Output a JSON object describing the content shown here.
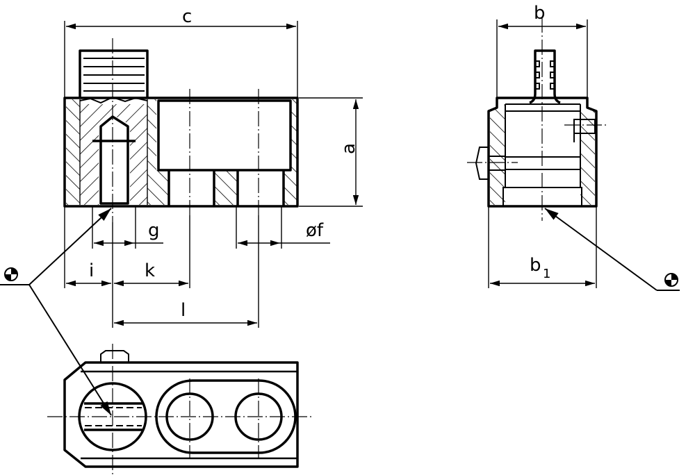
{
  "drawing": {
    "labels": {
      "c": "c",
      "a": "a",
      "b": "b",
      "b1_main": "b",
      "b1_sub": "1",
      "g": "g",
      "f": "øf",
      "i": "i",
      "k": "k",
      "l": "l"
    },
    "icons": [
      "datum-symbol-left",
      "datum-symbol-right"
    ],
    "line_color": "#000000",
    "background": "#ffffff"
  }
}
